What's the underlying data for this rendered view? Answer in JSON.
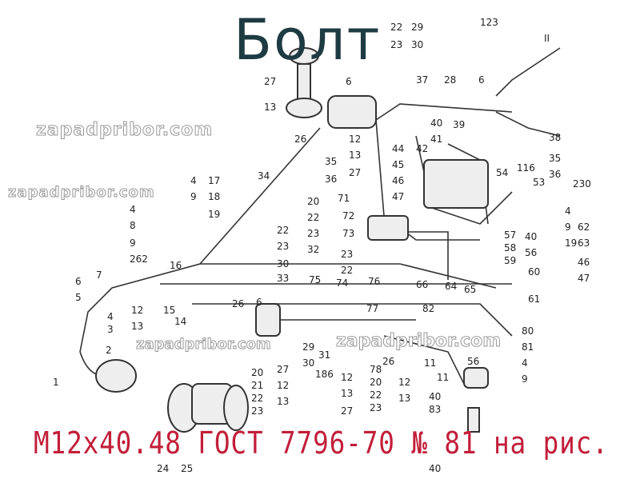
{
  "title": "Болт",
  "caption": "М12х40.48 ГОСТ 7796-70 № 81 на рис.",
  "watermark": "zapadpribor.com",
  "colors": {
    "title": "#1e3b42",
    "caption": "#c21f3a",
    "lines": "#333333"
  },
  "part_labels": [
    "22",
    "29",
    "30",
    "23",
    "123",
    "27",
    "6",
    "37",
    "28",
    "6",
    "13",
    "26",
    "12",
    "13",
    "27",
    "40",
    "41",
    "39",
    "38",
    "44",
    "45",
    "46",
    "47",
    "42",
    "35",
    "36",
    "116",
    "35",
    "36",
    "34",
    "54",
    "53",
    "230",
    "4",
    "17",
    "9",
    "18",
    "19",
    "20",
    "22",
    "23",
    "32",
    "71",
    "72",
    "73",
    "4",
    "8",
    "9",
    "262",
    "22",
    "23",
    "30",
    "33",
    "23",
    "22",
    "4",
    "9",
    "19",
    "57",
    "58",
    "59",
    "40",
    "56",
    "62",
    "63",
    "46",
    "47",
    "16",
    "7",
    "75",
    "74",
    "76",
    "66",
    "64",
    "65",
    "60",
    "61",
    "6",
    "5",
    "4",
    "3",
    "2",
    "1",
    "12",
    "13",
    "15",
    "14",
    "26",
    "6",
    "77",
    "82",
    "11",
    "29",
    "30",
    "31",
    "186",
    "12",
    "13",
    "27",
    "78",
    "20",
    "22",
    "23",
    "26",
    "12",
    "13",
    "11",
    "56",
    "80",
    "81",
    "4",
    "9",
    "20",
    "21",
    "22",
    "23",
    "27",
    "12",
    "13",
    "24",
    "25",
    "40",
    "83",
    "40",
    "II"
  ]
}
